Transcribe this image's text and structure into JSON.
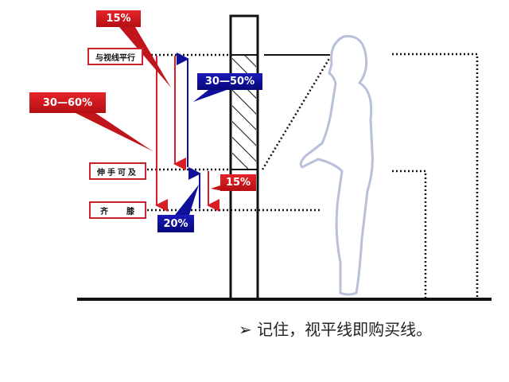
{
  "labels": {
    "eye_level": "与视线平行",
    "reach": "伸手可及",
    "knee": "齐　　膝"
  },
  "callouts": {
    "top_15": "15%",
    "range_30_60": "30—60%",
    "range_30_50": "30—50%",
    "small_15": "15%",
    "pct_20": "20%"
  },
  "caption": {
    "bullet": "➢",
    "text": "记住，视平线即购买线。"
  },
  "colors": {
    "red": "#d81e24",
    "blue": "#10109a",
    "line": "#111111",
    "figure": "#b8c0dc"
  }
}
